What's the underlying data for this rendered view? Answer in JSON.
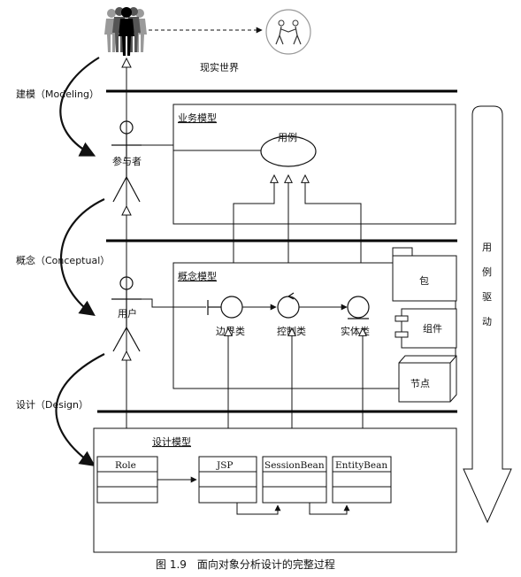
{
  "real_world": {
    "label": "现实世界"
  },
  "stages": {
    "modeling": "建模（Modeling）",
    "conceptual": "概念（Conceptual）",
    "design": "设计（Design）"
  },
  "business_model": {
    "title": "业务模型",
    "actor": "参与者",
    "use_case": "用例"
  },
  "concept_model": {
    "title": "概念模型",
    "actor": "用户",
    "boundary": "边界类",
    "control": "控制类",
    "entity": "实体类",
    "package": "包",
    "component": "组件",
    "node": "节点"
  },
  "design_model": {
    "title": "设计模型",
    "classes": [
      "Role",
      "JSP",
      "SessionBean",
      "EntityBean"
    ]
  },
  "side_label": [
    "用",
    "例",
    "驱",
    "动"
  ],
  "caption": "图 1.9　面向对象分析设计的完整过程"
}
